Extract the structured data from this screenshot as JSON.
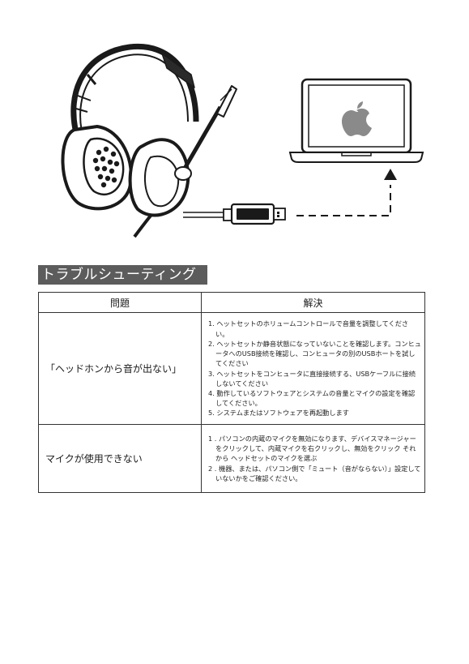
{
  "section_title": "トラブルシューティング",
  "table": {
    "headers": [
      "問題",
      "解決"
    ],
    "rows": [
      {
        "problem": "「ヘッドホンから音が出ない」",
        "solutions": [
          "1. ヘットセットのホリュームコントロールで音量を調整してください。",
          "2. ヘットセットか静音状態になっていないことを確認します。コンヒュータへのUSB接続を確認し、コンヒュータの別のUSBホートを試してください",
          "3. ヘットセットをコンヒュータに直接接続する、USBケーフルに接続しないてください",
          "4. 動作しているソフトウェアとシステムの音量とマイクの設定を確認してください。",
          "5. システムまたはソフトウェアを再起動します"
        ]
      },
      {
        "problem": "マイクが使用できない",
        "solutions": [
          "1 . パソコンの内蔵のマイクを無効になります、デバイスマネージャーをクリックして、内蔵マイクを右クリックし、無効をクリック それから ヘッドセットのマイクを選ぶ",
          "2 . 機器、または、パソコン側で「ミュート（音がならない）」設定していないかをご確認ください。"
        ]
      }
    ]
  },
  "icons": {
    "headset": "gaming-headset-illustration",
    "connector": "usb-plug-icon",
    "laptop": "laptop-icon",
    "brand": "apple-logo-icon",
    "arrow": "arrow-up-icon"
  },
  "colors": {
    "title_bg": "#5c5c5c",
    "title_text": "#ffffff",
    "line": "#333333",
    "logo": "#8a8a8a"
  }
}
